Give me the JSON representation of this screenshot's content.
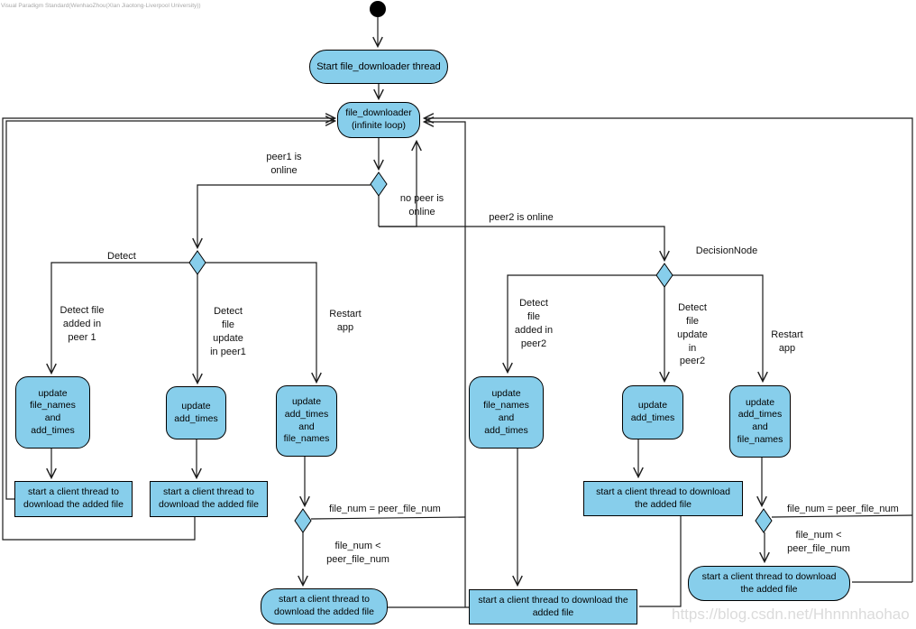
{
  "watermarks": {
    "top": "Visual Paradigm Standard(WenhaoZhou(XIan Jiaotong-Liverpool University))",
    "bottom": "https://blog.csdn.net/Hhnnnhaohao"
  },
  "colors": {
    "node_fill": "#87CEEB",
    "node_border": "#000000",
    "edge": "#1a1a1a",
    "watermark_top": "#a9a9a9",
    "watermark_bottom": "#dbdbdb"
  },
  "nodes": {
    "start_thread": {
      "text": "Start file_downloader thread"
    },
    "file_downloader": {
      "text": "file_downloader\n(infinite loop)"
    },
    "p1_update_names": {
      "text": "update\nfile_names\nand\nadd_times"
    },
    "p1_update_times": {
      "text": "update\nadd_times"
    },
    "p1_update_times_names": {
      "text": "update\nadd_times\nand\nfile_names"
    },
    "p1_client_added": {
      "text": "start a client thread to\ndownload the added file"
    },
    "p1_client_update": {
      "text": "start a client thread to\ndownload the added file"
    },
    "p1_client_restart": {
      "text": "start a client thread to\ndownload the added file"
    },
    "p2_update_names": {
      "text": "update\nfile_names\nand\nadd_times"
    },
    "p2_update_times": {
      "text": "update\nadd_times"
    },
    "p2_update_times_names": {
      "text": "update\nadd_times\nand\nfile_names"
    },
    "p2_client_added": {
      "text": "start a client thread to download the\nadded file"
    },
    "p2_client_update": {
      "text": "start a client thread to download\nthe added file"
    },
    "p2_client_restart": {
      "text": "start a client thread to download\nthe added file"
    }
  },
  "edge_labels": {
    "peer1_online": "peer1 is\nonline",
    "no_peer_online": "no peer is\nonline",
    "peer2_online": "peer2 is online",
    "decision_node": "DecisionNode",
    "detect": "Detect",
    "p1_detect_added": "Detect file\nadded in\npeer 1",
    "p1_detect_update": "Detect\nfile\nupdate\nin peer1",
    "p1_restart": "Restart\napp",
    "p2_detect_added": "Detect\nfile\nadded in\npeer2",
    "p2_detect_update": "Detect\nfile\nupdate\nin\npeer2",
    "p2_restart": "Restart\napp",
    "p1_file_num_eq": "file_num = peer_file_num",
    "p1_file_num_lt": "file_num <\npeer_file_num",
    "p2_file_num_eq": "file_num = peer_file_num",
    "p2_file_num_lt": "file_num <\npeer_file_num"
  }
}
